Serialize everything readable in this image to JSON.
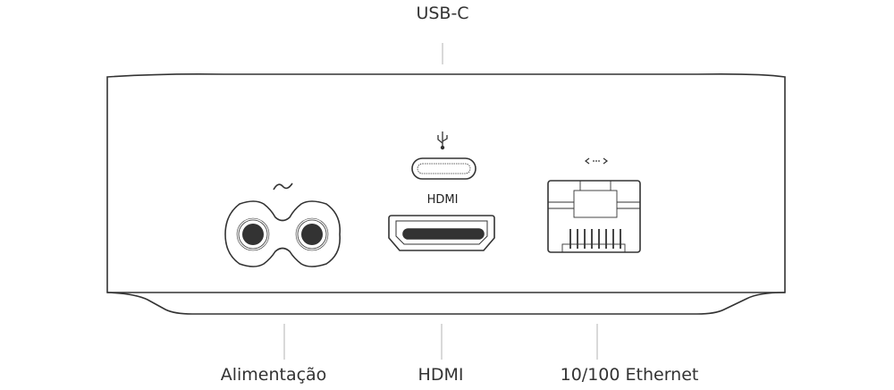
{
  "labels": {
    "top": "USB-C",
    "bottom": [
      "Alimentação",
      "HDMI",
      "10/100 Ethernet"
    ]
  },
  "device": {
    "hdmi_port_text": "HDMI",
    "power_symbol": "~",
    "ethernet_symbol": "‹··›"
  },
  "colors": {
    "outline": "#333333",
    "leader": "#cccccc",
    "text": "#333333"
  }
}
